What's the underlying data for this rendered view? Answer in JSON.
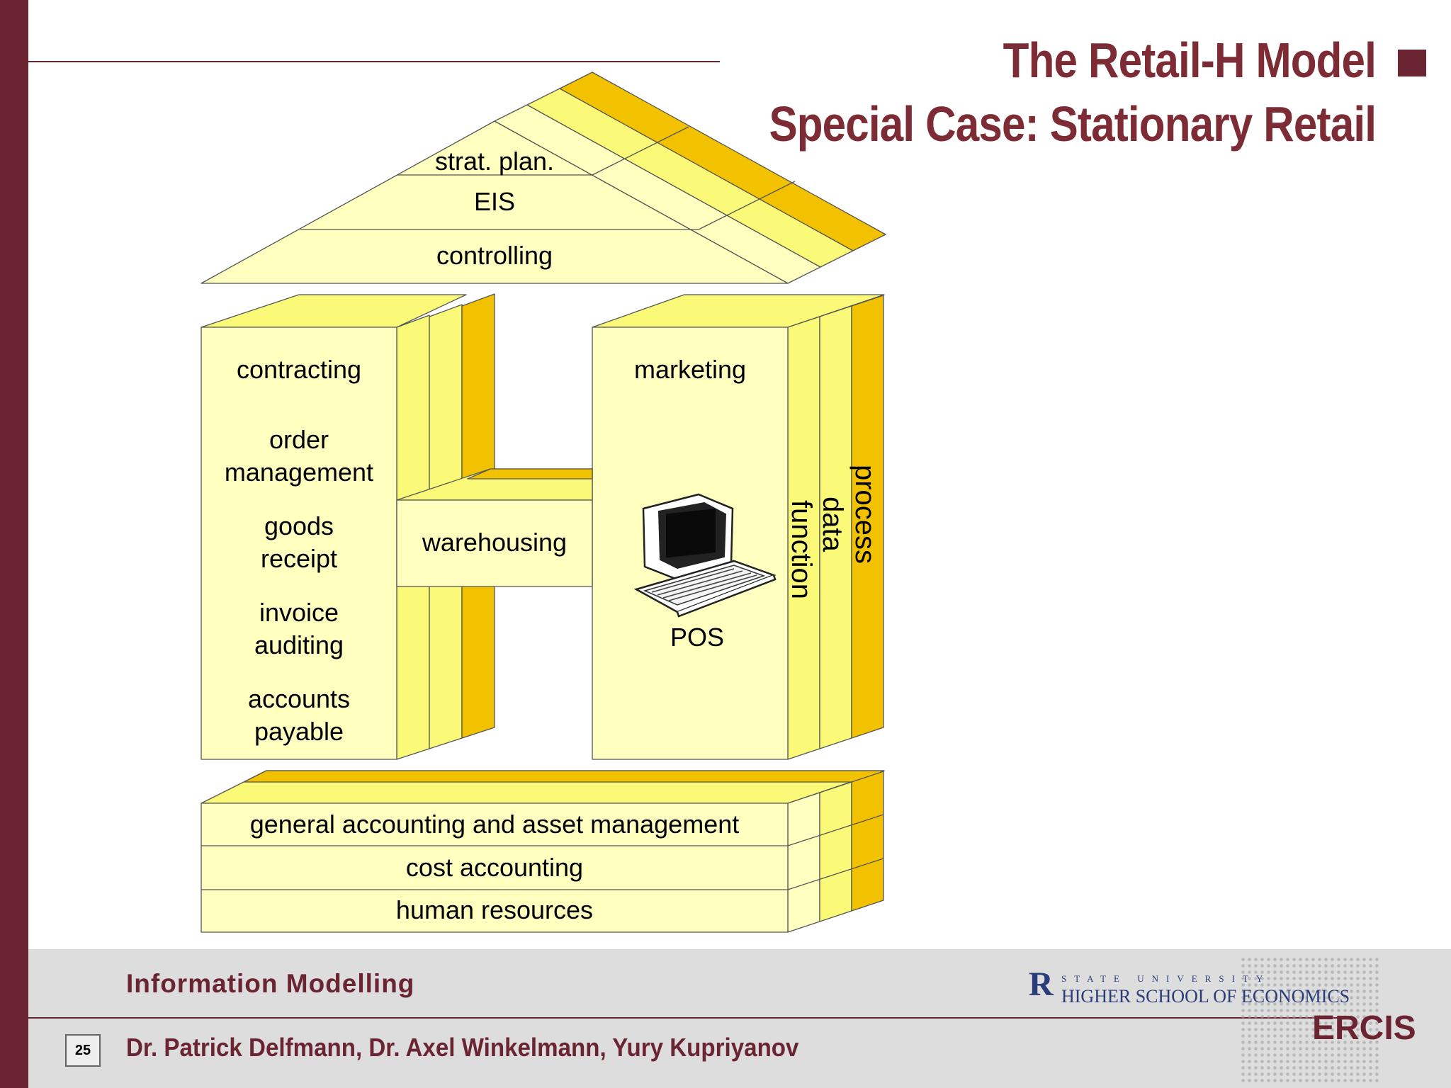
{
  "title": {
    "line1": "The Retail-H Model",
    "line2": "Special Case: Stationary Retail"
  },
  "colors": {
    "maroon": "#6b2532",
    "title": "#7d2b34",
    "yellow_front": "#ffffc0",
    "yellow_light": "#fafa78",
    "yellow_gold": "#f2c200",
    "footer_bg": "#dddddd"
  },
  "diagram": {
    "roof": {
      "tiers": [
        "strat. plan.",
        "EIS",
        "controlling"
      ]
    },
    "left_column": [
      "contracting",
      "order management",
      "goods receipt",
      "invoice auditing",
      "accounts payable"
    ],
    "bridge": "warehousing",
    "right_column": {
      "top": "marketing",
      "device": "POS",
      "device_icon": "computer-terminal-icon"
    },
    "side_layers": [
      "function",
      "data",
      "process"
    ],
    "base": [
      "general accounting and asset management",
      "cost accounting",
      "human resources"
    ]
  },
  "footer": {
    "course": "Information Modelling",
    "page_number": "25",
    "authors": "Dr. Patrick Delfmann, Dr. Axel Winkelmann, Yury Kupriyanov",
    "logo_line1": "STATE UNIVERSITY",
    "logo_line2": "HIGHER SCHOOL OF ECONOMICS",
    "logo_mark": "R",
    "ercis": "ERCIS"
  }
}
